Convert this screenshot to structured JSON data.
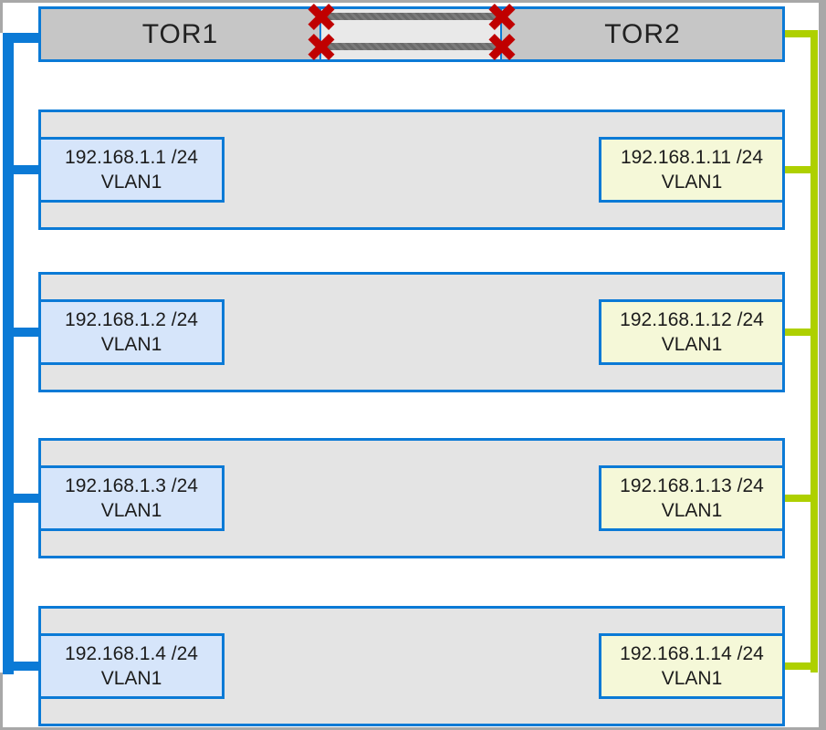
{
  "diagram": {
    "type": "network-topology",
    "tor_switches": [
      {
        "label": "TOR1"
      },
      {
        "label": "TOR2"
      }
    ],
    "inter_switch_links": {
      "count": 2,
      "state": "down",
      "marker": "red-x-icon"
    },
    "hosts": [
      {
        "left_nic": {
          "line1": "192.168.1.1 /24",
          "line2": "VLAN1"
        },
        "right_nic": {
          "line1": "192.168.1.11 /24",
          "line2": "VLAN1"
        }
      },
      {
        "left_nic": {
          "line1": "192.168.1.2 /24",
          "line2": "VLAN1"
        },
        "right_nic": {
          "line1": "192.168.1.12 /24",
          "line2": "VLAN1"
        }
      },
      {
        "left_nic": {
          "line1": "192.168.1.3 /24",
          "line2": "VLAN1"
        },
        "right_nic": {
          "line1": "192.168.1.13 /24",
          "line2": "VLAN1"
        }
      },
      {
        "left_nic": {
          "line1": "192.168.1.4 /24",
          "line2": "VLAN1"
        },
        "right_nic": {
          "line1": "192.168.1.14 /24",
          "line2": "VLAN1"
        }
      }
    ],
    "colors": {
      "tor1_trunk_blue": "#0b7ad6",
      "tor2_trunk_green": "#aed000",
      "failure_x_red": "#c00000",
      "left_nic_fill": "#d6e5fa",
      "right_nic_fill": "#f5f8d8",
      "tor_bar_fill": "#c6c6c6",
      "host_row_fill": "#e4e4e4",
      "frame_gray": "#a8a8a8"
    }
  }
}
